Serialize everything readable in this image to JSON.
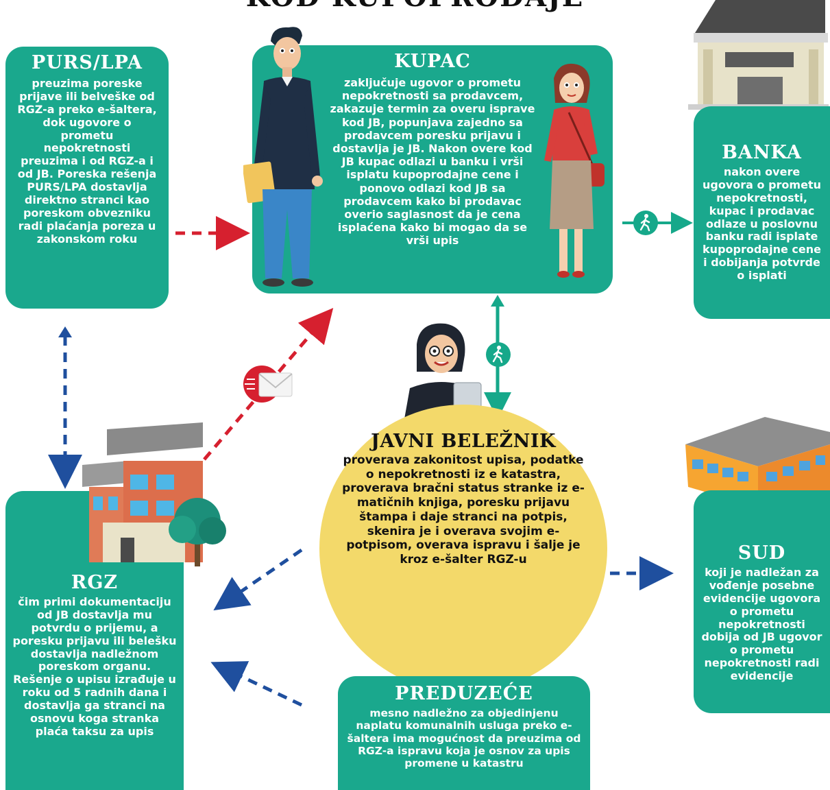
{
  "header": {
    "title": "KOD KUPOPRODAJE"
  },
  "purs": {
    "title": "PURS/LPA",
    "text": "preuzima poreske prijave ili belveške od RGZ-a preko e-šaltera, dok ugovore o prometu nepokretnosti preuzima i od RGZ-a i od JB. Poreska rešenja PURS/LPA dostavlja direktno stranci kao poreskom obvezniku radi plaćanja poreza u zakonskom roku"
  },
  "kupac": {
    "title": "KUPAC",
    "text": "zaključuje ugovor o prometu nepokretnosti sa prodavcem, zakazuje termin za overu isprave kod JB, popunjava zajedno sa prodavcem poresku prijavu i dostavlja je JB. Nakon overe kod JB kupac odlazi u banku i vrši isplatu kupoprodajne cene i ponovo odlazi kod JB sa prodavcem kako bi prodavac overio saglasnost da je cena isplaćena kako bi mogao da se vrši upis"
  },
  "banka": {
    "title": "BANKA",
    "text": "nakon overe ugovora o prometu nepokretnosti, kupac i prodavac odlaze u poslovnu banku radi isplate kupoprodajne cene i dobijanja potvrde o isplati"
  },
  "javni": {
    "title": "JAVNI BELEŽNIK",
    "text": "proverava zakonitost upisa, podatke o nepokretnosti iz e katastra, proverava bračni status stranke iz e-matičnih knjiga, poresku prijavu štampa i daje stranci na potpis, skenira je i overava svojim e-potpisom, overava ispravu i šalje je kroz e-šalter RGZ-u"
  },
  "rgz": {
    "title": "RGZ",
    "text": "čim primi dokumentaciju od JB dostavlja mu potvrdu o prijemu, a poresku prijavu ili belešku dostavlja nadležnom poreskom organu. Rešenje o upisu izrađuje u roku od 5 radnih dana i dostavlja ga stranci na osnovu koga stranka plaća taksu za upis"
  },
  "sud": {
    "title": "SUD",
    "text": "koji je nadležan za vođenje posebne evidencije ugovora o prometu nepokretnosti dobija od JB ugovor o prometu nepokretnosti radi evidencije"
  },
  "preduzece": {
    "title": "PREDUZEĆE",
    "text": "mesno nadležno za objedinjenu naplatu komunalnih usluga preko e-šaltera ima mogućnost da preuzima od RGZ-a ispravu koja je osnov za upis promene u katastru"
  },
  "colors": {
    "teal": "#1aa88d",
    "yellow": "#f3d96a",
    "red": "#d6202f",
    "blue": "#1f4f9e",
    "arrow_teal": "#16a88a"
  },
  "icons": [
    "walking-person-icon",
    "envelope-icon",
    "bank-building-icon",
    "court-building-icon",
    "rgz-building-icon",
    "tree-icon",
    "man-figure",
    "woman-figure",
    "notary-figure"
  ]
}
